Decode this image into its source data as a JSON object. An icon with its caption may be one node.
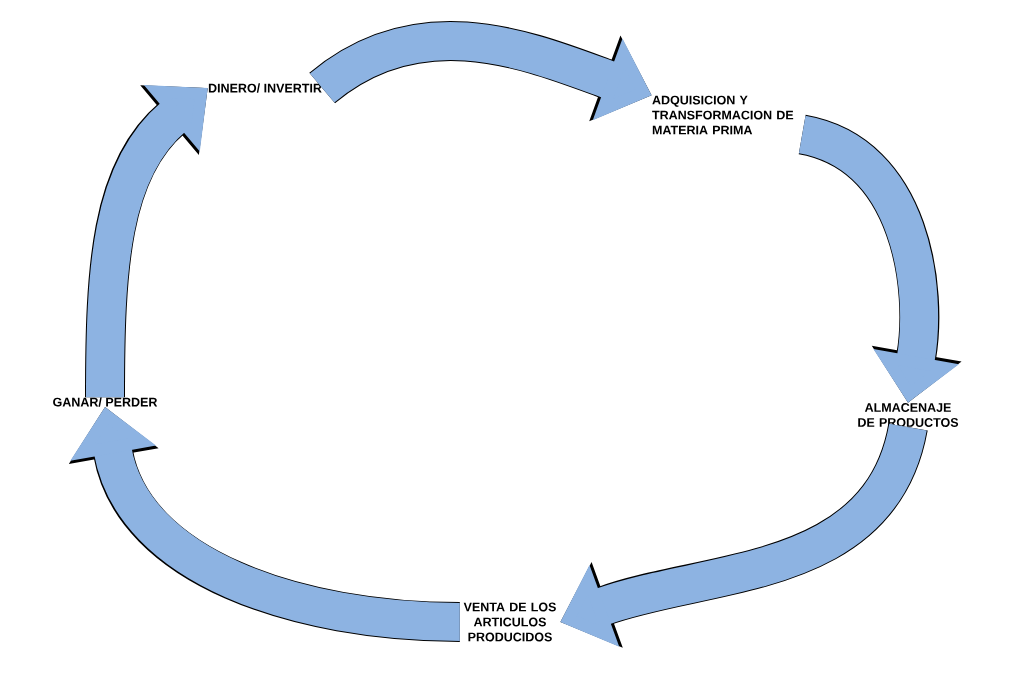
{
  "diagram": {
    "nodes": [
      {
        "text": [
          "DINERO/ INVERTIR"
        ]
      },
      {
        "text": [
          "ADQUISICION Y TRANSFORMACION DE MATERIA PRIMA"
        ]
      },
      {
        "text": [
          "ALMACENAJE DE PRODUCTOS"
        ]
      },
      {
        "text": [
          "VENTA DE LOS ARTICULOS PRODUCIDOS"
        ]
      },
      {
        "text": [
          "GANAR/ PERDER"
        ]
      }
    ],
    "edges": [
      {
        "from": 0,
        "to": 1,
        "arrow": "to"
      },
      {
        "from": 1,
        "to": 2,
        "arrow": "to"
      },
      {
        "from": 2,
        "to": 3,
        "arrow": "to"
      },
      {
        "from": 3,
        "to": 4,
        "arrow": "to"
      },
      {
        "from": 4,
        "to": 0,
        "arrow": "to"
      }
    ]
  }
}
